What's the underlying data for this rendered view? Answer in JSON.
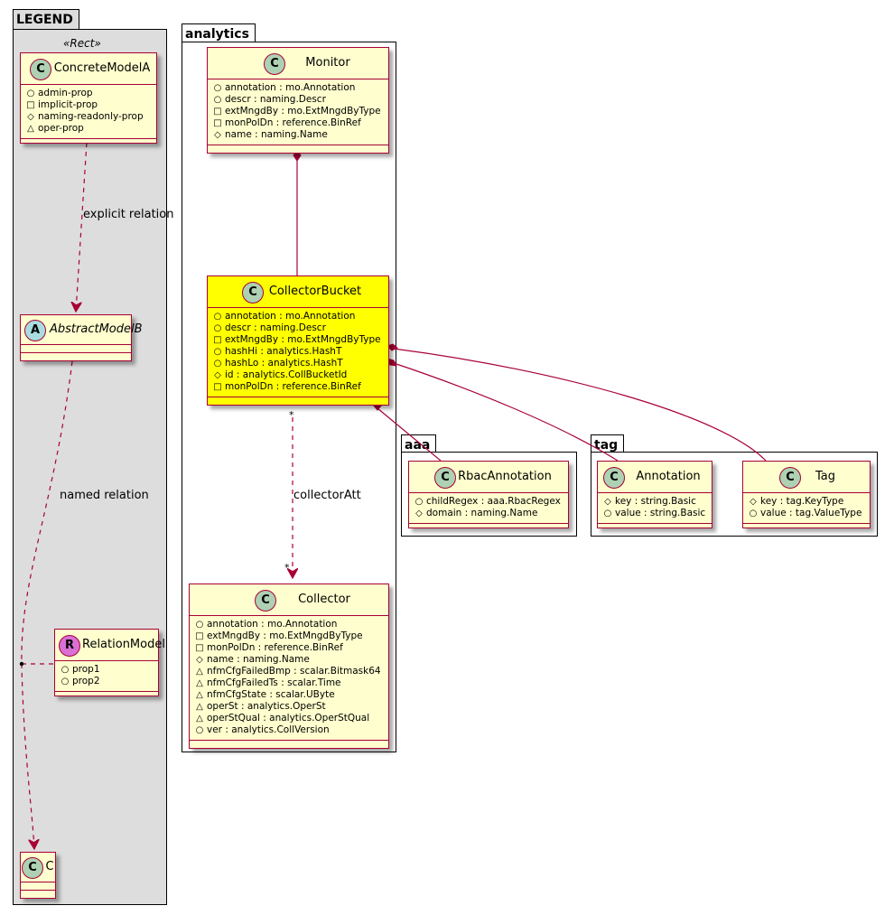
{
  "packages": {
    "legend": {
      "name": "LEGEND",
      "stereotype": "«Rect»"
    },
    "analytics": {
      "name": "analytics"
    },
    "aaa": {
      "name": "aaa"
    },
    "tag": {
      "name": "tag"
    }
  },
  "classes": {
    "concrete_model_a": {
      "spot": "C",
      "name": "ConcreteModelA",
      "attributes": [
        {
          "vis": "○",
          "text": "admin-prop"
        },
        {
          "vis": "□",
          "text": "implicit-prop"
        },
        {
          "vis": "◇",
          "text": "naming-readonly-prop"
        },
        {
          "vis": "△",
          "text": "oper-prop"
        }
      ]
    },
    "abstract_model_b": {
      "spot": "A",
      "name": "AbstractModelB",
      "attributes": []
    },
    "relation_model": {
      "spot": "R",
      "name": "RelationModel",
      "attributes": [
        {
          "vis": "○",
          "text": "prop1"
        },
        {
          "vis": "○",
          "text": "prop2"
        }
      ]
    },
    "c": {
      "spot": "C",
      "name": "C",
      "attributes": []
    },
    "monitor": {
      "spot": "C",
      "name": "Monitor",
      "attributes": [
        {
          "vis": "○",
          "text": "annotation : mo.Annotation"
        },
        {
          "vis": "○",
          "text": "descr : naming.Descr"
        },
        {
          "vis": "□",
          "text": "extMngdBy : mo.ExtMngdByType"
        },
        {
          "vis": "□",
          "text": "monPolDn : reference.BinRef"
        },
        {
          "vis": "◇",
          "text": "name : naming.Name"
        }
      ]
    },
    "collector_bucket": {
      "spot": "C",
      "name": "CollectorBucket",
      "attributes": [
        {
          "vis": "○",
          "text": "annotation : mo.Annotation"
        },
        {
          "vis": "○",
          "text": "descr : naming.Descr"
        },
        {
          "vis": "□",
          "text": "extMngdBy : mo.ExtMngdByType"
        },
        {
          "vis": "○",
          "text": "hashHi : analytics.HashT"
        },
        {
          "vis": "○",
          "text": "hashLo : analytics.HashT"
        },
        {
          "vis": "◇",
          "text": "id : analytics.CollBucketId"
        },
        {
          "vis": "□",
          "text": "monPolDn : reference.BinRef"
        }
      ]
    },
    "collector": {
      "spot": "C",
      "name": "Collector",
      "attributes": [
        {
          "vis": "○",
          "text": "annotation : mo.Annotation"
        },
        {
          "vis": "□",
          "text": "extMngdBy : mo.ExtMngdByType"
        },
        {
          "vis": "□",
          "text": "monPolDn : reference.BinRef"
        },
        {
          "vis": "◇",
          "text": "name : naming.Name"
        },
        {
          "vis": "△",
          "text": "nfmCfgFailedBmp : scalar.Bitmask64"
        },
        {
          "vis": "△",
          "text": "nfmCfgFailedTs : scalar.Time"
        },
        {
          "vis": "△",
          "text": "nfmCfgState : scalar.UByte"
        },
        {
          "vis": "△",
          "text": "operSt : analytics.OperSt"
        },
        {
          "vis": "△",
          "text": "operStQual : analytics.OperStQual"
        },
        {
          "vis": "○",
          "text": "ver : analytics.CollVersion"
        }
      ]
    },
    "rbac_annotation": {
      "spot": "C",
      "name": "RbacAnnotation",
      "attributes": [
        {
          "vis": "○",
          "text": "childRegex : aaa.RbacRegex"
        },
        {
          "vis": "◇",
          "text": "domain : naming.Name"
        }
      ]
    },
    "annotation": {
      "spot": "C",
      "name": "Annotation",
      "attributes": [
        {
          "vis": "◇",
          "text": "key : string.Basic"
        },
        {
          "vis": "○",
          "text": "value : string.Basic"
        }
      ]
    },
    "tag": {
      "spot": "C",
      "name": "Tag",
      "attributes": [
        {
          "vis": "◇",
          "text": "key : tag.KeyType"
        },
        {
          "vis": "○",
          "text": "value : tag.ValueType"
        }
      ]
    }
  },
  "labels": {
    "explicit_relation": "explicit relation",
    "named_relation": "named relation",
    "collector_att": "collectorAtt",
    "mult_src": "*",
    "mult_dst": "*"
  },
  "colors": {
    "class_fill": "#FEFECE",
    "class_border": "#A80036",
    "highlight_fill": "#FFFF00",
    "legend_fill": "#DDDDDD",
    "spot_c": "#ADD1B2",
    "spot_a": "#A9DCDF",
    "spot_r": "#DA70D6"
  }
}
